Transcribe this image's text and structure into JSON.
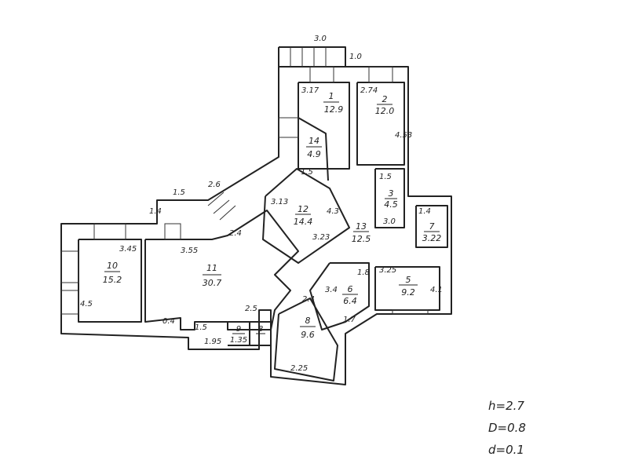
{
  "rooms": [
    {
      "id": "1",
      "area": "12.9"
    },
    {
      "id": "2",
      "area": "12.0"
    },
    {
      "id": "3",
      "area": "4.5"
    },
    {
      "id": "7",
      "area": "3.22"
    },
    {
      "id": "5",
      "area": "9.2"
    },
    {
      "id": "6",
      "area": "6.4"
    },
    {
      "id": "8",
      "area": "9.6"
    },
    {
      "id": "9",
      "area": "1.35"
    },
    {
      "id": "8",
      "area": ""
    },
    {
      "id": "10",
      "area": "15.2"
    },
    {
      "id": "11",
      "area": "30.7"
    },
    {
      "id": "12",
      "area": "14.4"
    },
    {
      "id": "13",
      "area": "12.5"
    },
    {
      "id": "14",
      "area": "4.9"
    }
  ],
  "dimensions": [
    "3.0",
    "1.0",
    "3.17",
    "2.74",
    "4.53",
    "1.5",
    "1.5",
    "3.0",
    "1.4",
    "3.13",
    "4.3",
    "3.23",
    "2.6",
    "1.5",
    "1.4",
    "3.45",
    "3.55",
    "2.4",
    "2.5",
    "0.4",
    "1.5",
    "1.95",
    "3.25",
    "4.1",
    "3.4",
    "1.7",
    "2.25",
    "4.5",
    "2.4",
    "1.8"
  ],
  "notes": {
    "height": "h=2.7",
    "diameter": "D=0.8",
    "thickness": "d=0.1"
  }
}
